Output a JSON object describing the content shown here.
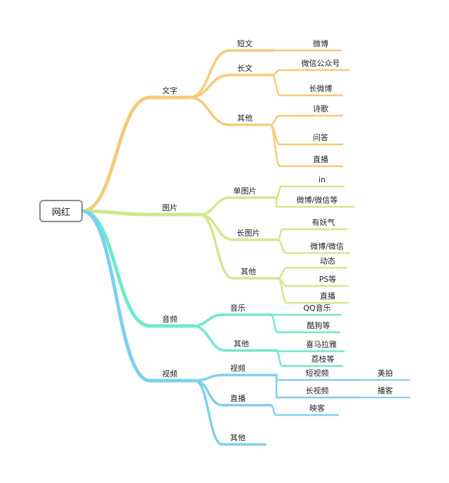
{
  "root": "网红",
  "colors": {
    "text": "#f7c97a",
    "image": "#cfe98c",
    "audio": "#6ee8cf",
    "video": "#7ccff0"
  },
  "branches": [
    {
      "key": "text",
      "label": "文字",
      "children": [
        {
          "label": "短文",
          "children": [
            "微博"
          ]
        },
        {
          "label": "长文",
          "children": [
            "微信公众号",
            "长微博"
          ]
        },
        {
          "label": "其他",
          "children": [
            "诗歌",
            "问答",
            "直播"
          ]
        }
      ]
    },
    {
      "key": "image",
      "label": "图片",
      "children": [
        {
          "label": "单图片",
          "children": [
            "in",
            "微博/微信等"
          ]
        },
        {
          "label": "长图片",
          "children": [
            "有妖气",
            "微博/微信"
          ]
        },
        {
          "label": "其他",
          "children": [
            "动态",
            "PS等",
            "直播"
          ]
        }
      ]
    },
    {
      "key": "audio",
      "label": "音频",
      "children": [
        {
          "label": "音乐",
          "children": [
            "QQ音乐",
            "酷狗等"
          ]
        },
        {
          "label": "其他",
          "children": [
            "喜马拉雅",
            "荔枝等"
          ]
        }
      ]
    },
    {
      "key": "video",
      "label": "视频",
      "children": [
        {
          "label": "视频",
          "children": [
            {
              "label": "短视频",
              "children": [
                "美拍"
              ]
            },
            {
              "label": "长视频",
              "children": [
                "播客"
              ]
            }
          ]
        },
        {
          "label": "直播",
          "children": [
            "映客"
          ]
        },
        {
          "label": "其他",
          "children": []
        }
      ]
    }
  ]
}
